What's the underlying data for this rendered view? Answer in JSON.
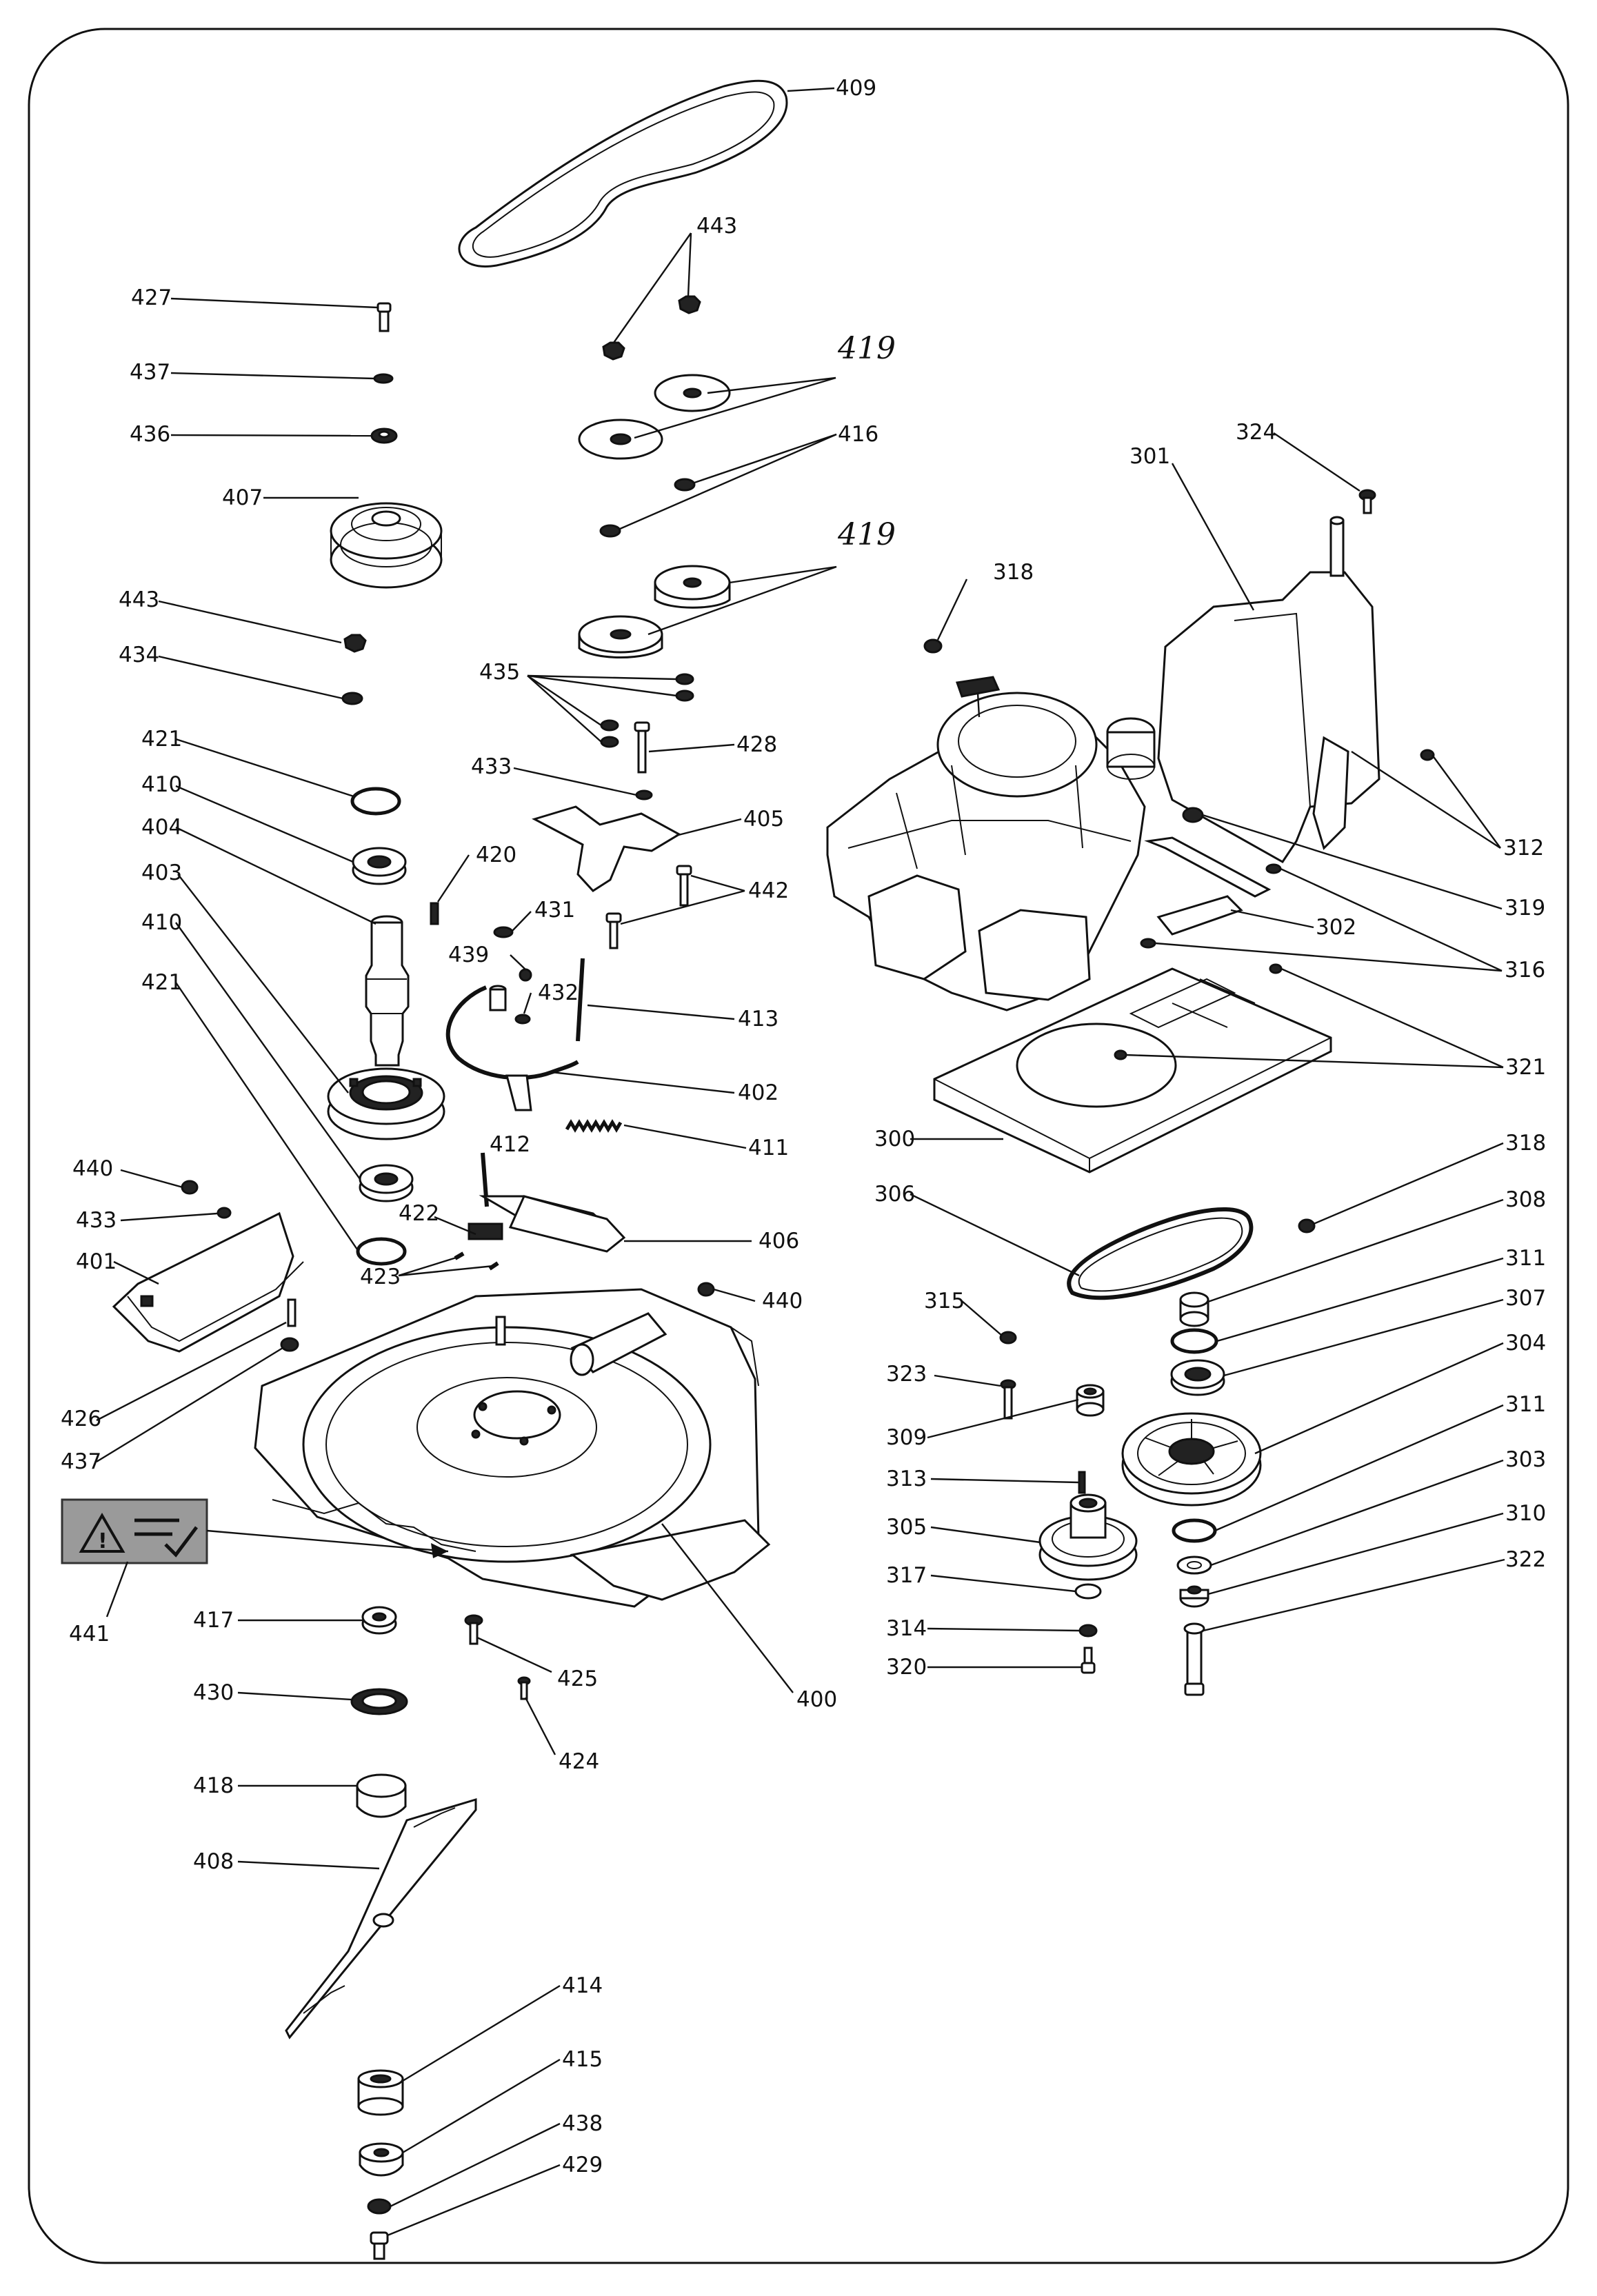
{
  "labels": [
    {
      "id": "p409",
      "text": "409"
    },
    {
      "id": "p443a",
      "text": "443"
    },
    {
      "id": "p427",
      "text": "427"
    },
    {
      "id": "p419a",
      "text": "419"
    },
    {
      "id": "p437a",
      "text": "437"
    },
    {
      "id": "p436",
      "text": "436"
    },
    {
      "id": "p416",
      "text": "416"
    },
    {
      "id": "p324",
      "text": "324"
    },
    {
      "id": "p301",
      "text": "301"
    },
    {
      "id": "p407",
      "text": "407"
    },
    {
      "id": "p419b",
      "text": "419"
    },
    {
      "id": "p318a",
      "text": "318"
    },
    {
      "id": "p443b",
      "text": "443"
    },
    {
      "id": "p434",
      "text": "434"
    },
    {
      "id": "p435",
      "text": "435"
    },
    {
      "id": "p428",
      "text": "428"
    },
    {
      "id": "p421a",
      "text": "421"
    },
    {
      "id": "p433a",
      "text": "433"
    },
    {
      "id": "p312",
      "text": "312"
    },
    {
      "id": "p410a",
      "text": "410"
    },
    {
      "id": "p405",
      "text": "405"
    },
    {
      "id": "p404",
      "text": "404"
    },
    {
      "id": "p420",
      "text": "420"
    },
    {
      "id": "p442",
      "text": "442"
    },
    {
      "id": "p319",
      "text": "319"
    },
    {
      "id": "p403",
      "text": "403"
    },
    {
      "id": "p431",
      "text": "431"
    },
    {
      "id": "p302",
      "text": "302"
    },
    {
      "id": "p410b",
      "text": "410"
    },
    {
      "id": "p316",
      "text": "316"
    },
    {
      "id": "p421b",
      "text": "421"
    },
    {
      "id": "p439",
      "text": "439"
    },
    {
      "id": "p432",
      "text": "432"
    },
    {
      "id": "p413",
      "text": "413"
    },
    {
      "id": "p321",
      "text": "321"
    },
    {
      "id": "p402",
      "text": "402"
    },
    {
      "id": "p300",
      "text": "300"
    },
    {
      "id": "p318b",
      "text": "318"
    },
    {
      "id": "p411",
      "text": "411"
    },
    {
      "id": "p440a",
      "text": "440"
    },
    {
      "id": "p412",
      "text": "412"
    },
    {
      "id": "p306",
      "text": "306"
    },
    {
      "id": "p308",
      "text": "308"
    },
    {
      "id": "p433b",
      "text": "433"
    },
    {
      "id": "p422",
      "text": "422"
    },
    {
      "id": "p406",
      "text": "406"
    },
    {
      "id": "p401",
      "text": "401"
    },
    {
      "id": "p311a",
      "text": "311"
    },
    {
      "id": "p423",
      "text": "423"
    },
    {
      "id": "p440b",
      "text": "440"
    },
    {
      "id": "p315",
      "text": "315"
    },
    {
      "id": "p307",
      "text": "307"
    },
    {
      "id": "p304",
      "text": "304"
    },
    {
      "id": "p426",
      "text": "426"
    },
    {
      "id": "p323",
      "text": "323"
    },
    {
      "id": "p309",
      "text": "309"
    },
    {
      "id": "p437b",
      "text": "437"
    },
    {
      "id": "p311b",
      "text": "311"
    },
    {
      "id": "p313",
      "text": "313"
    },
    {
      "id": "p303",
      "text": "303"
    },
    {
      "id": "p305",
      "text": "305"
    },
    {
      "id": "p310",
      "text": "310"
    },
    {
      "id": "p317",
      "text": "317"
    },
    {
      "id": "p322",
      "text": "322"
    },
    {
      "id": "p441",
      "text": "441"
    },
    {
      "id": "p417",
      "text": "417"
    },
    {
      "id": "p314",
      "text": "314"
    },
    {
      "id": "p425",
      "text": "425"
    },
    {
      "id": "p320",
      "text": "320"
    },
    {
      "id": "p400",
      "text": "400"
    },
    {
      "id": "p430",
      "text": "430"
    },
    {
      "id": "p424",
      "text": "424"
    },
    {
      "id": "p418",
      "text": "418"
    },
    {
      "id": "p408",
      "text": "408"
    },
    {
      "id": "p414",
      "text": "414"
    },
    {
      "id": "p415",
      "text": "415"
    },
    {
      "id": "p438",
      "text": "438"
    },
    {
      "id": "p429",
      "text": "429"
    }
  ]
}
